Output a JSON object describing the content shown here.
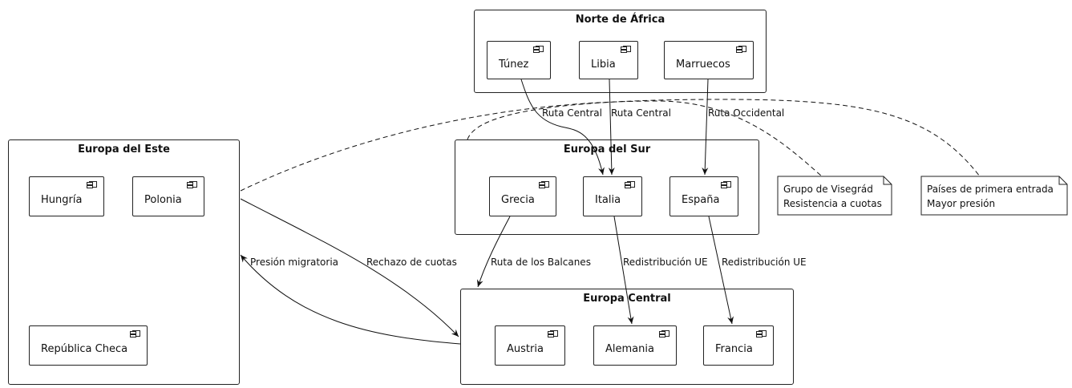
{
  "packages": {
    "norte_africa": {
      "title": "Norte de África",
      "components": {
        "tunez": "Túnez",
        "libia": "Libia",
        "marruecos": "Marruecos"
      }
    },
    "europa_este": {
      "title": "Europa del Este",
      "components": {
        "hungria": "Hungría",
        "polonia": "Polonia",
        "republica_checa": "República Checa"
      }
    },
    "europa_sur": {
      "title": "Europa del Sur",
      "components": {
        "grecia": "Grecia",
        "italia": "Italia",
        "espana": "España"
      }
    },
    "europa_central": {
      "title": "Europa Central",
      "components": {
        "austria": "Austria",
        "alemania": "Alemania",
        "francia": "Francia"
      }
    }
  },
  "notes": {
    "visegrad": {
      "lines": [
        "Grupo de Visegrád",
        "Resistencia a cuotas"
      ]
    },
    "primera_entrada": {
      "lines": [
        "Países de primera entrada",
        "Mayor presión"
      ]
    }
  },
  "edges": {
    "tunez_italia": "Ruta Central",
    "libia_italia": "Ruta Central",
    "marruecos_espana": "Ruta Occidental",
    "grecia_central": "Ruta de los Balcanes",
    "italia_alemania": "Redistribución UE",
    "espana_francia": "Redistribución UE",
    "central_este": "Presión migratoria",
    "este_central": "Rechazo de cuotas"
  }
}
